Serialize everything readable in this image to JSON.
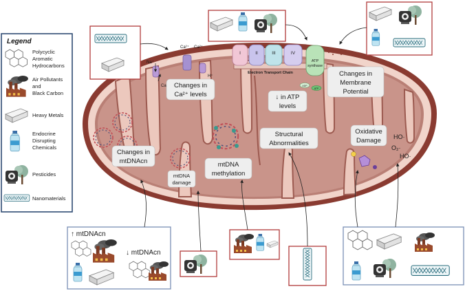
{
  "legend": {
    "title": "Legend",
    "items": [
      {
        "label_lines": [
          "Polycyclic",
          "Aromatic",
          "Hydrocarbons"
        ],
        "icon": "pah-icon"
      },
      {
        "label_lines": [
          "Air Pollutants",
          "and",
          "Black Carbon"
        ],
        "icon": "factory-smoke-icon"
      },
      {
        "label_lines": [
          "Heavy Metals"
        ],
        "icon": "metal-bar-icon"
      },
      {
        "label_lines": [
          "Endocrine",
          "Disrupting",
          "Chemicals"
        ],
        "icon": "plastic-bottle-icon"
      },
      {
        "label_lines": [
          "Pesticides"
        ],
        "icon": "sprayer-tree-icon"
      },
      {
        "label_lines": [
          "Nanomaterials"
        ],
        "icon": "nanotube-icon"
      }
    ]
  },
  "labels": {
    "ca_changes": [
      "Changes in",
      "Ca²⁺ levels"
    ],
    "atp_levels": [
      "↓ in ATP",
      "levels"
    ],
    "membrane_potential": [
      "Changes in",
      "Membrane",
      "Potential"
    ],
    "mtdnacn_changes": [
      "Changes in",
      "mtDNAcn"
    ],
    "mtdna_damage": [
      "mtDNA",
      "damage"
    ],
    "mtdna_methylation": [
      "mtDNA",
      "methylation"
    ],
    "structural": [
      "Structural",
      "Abnormalities"
    ],
    "oxidative": [
      "Oxidative",
      "Damage"
    ],
    "etc_label": "Electron Transport Chain",
    "atp_synthase": [
      "ATP",
      "synthase"
    ],
    "complexes": [
      "I",
      "II",
      "III",
      "IV"
    ],
    "adp": "ADP",
    "atp": "ATP",
    "na": "Na⁺",
    "ca_left": "Ca²⁺",
    "ca_top1": "Ca²⁺",
    "ca_top2": "Ca²⁺",
    "h_plus": "H⁺",
    "radical_1": "HO·",
    "radical_2": "O₂·",
    "radical_3": "HO·",
    "mtdnacn_up": "↑ mtDNAcn",
    "mtdnacn_down": "↓ mtDNAcn"
  },
  "colors": {
    "outer_membrane": "#8a3b31",
    "intermembrane": "#f1d4ca",
    "matrix": "#c9948a",
    "cristae_fill": "#ecc8bd",
    "box_red": "#b03a3a",
    "box_blue": "#3d5a80",
    "legend_border": "#2f4b73"
  }
}
